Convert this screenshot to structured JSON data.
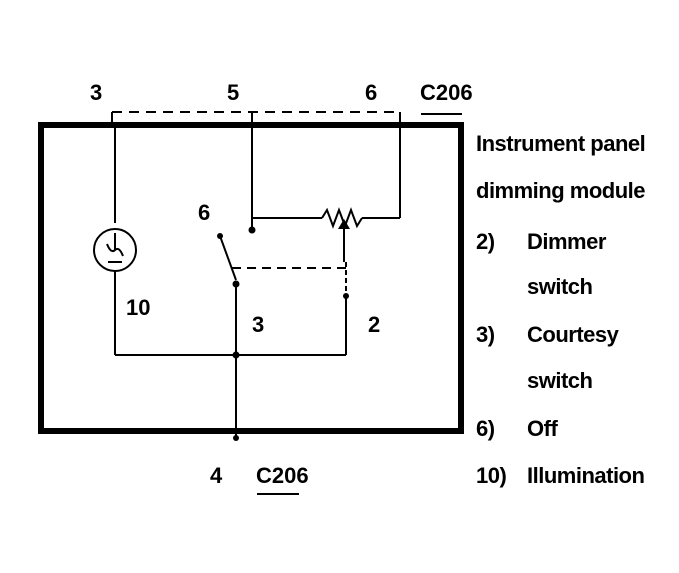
{
  "diagram": {
    "top_pins": [
      "3",
      "5",
      "6"
    ],
    "top_connector": "C206",
    "bottom_pin": "4",
    "bottom_connector": "C206",
    "internal": {
      "dimmer_pos_off": "6",
      "lamp": "10",
      "courtesy": "3",
      "dimmer": "2"
    }
  },
  "legend": {
    "title_line1": "Instrument panel",
    "title_line2": "dimming module",
    "items": [
      {
        "num": "2)",
        "line1": "Dimmer",
        "line2": "switch"
      },
      {
        "num": "3)",
        "line1": "Courtesy",
        "line2": "switch"
      },
      {
        "num": "6)",
        "line1": "Off",
        "line2": ""
      },
      {
        "num": "10)",
        "line1": "Illumination",
        "line2": ""
      }
    ]
  }
}
